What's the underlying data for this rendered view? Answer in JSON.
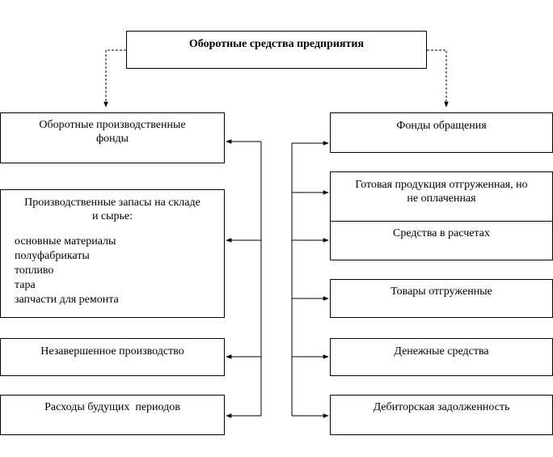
{
  "title": "Оборотные средства предприятия",
  "left": {
    "header": [
      "Оборотные производственные",
      "фонды"
    ],
    "stocks": {
      "heading": [
        "Производственные запасы на складе",
        "и сырье:"
      ],
      "items": [
        "основные материалы",
        "полуфабрикаты",
        "топливо",
        "тара",
        "запчасти для ремонта"
      ]
    },
    "wip": "Незавершенное производство",
    "deferred": "Расходы будущих  периодов"
  },
  "right": {
    "header": "Фонды обращения",
    "finished": [
      "Готовая продукция отгруженная, но",
      "не оплаченная"
    ],
    "settlements": "Средства в расчетах",
    "goods": "Товары отгруженные",
    "cash": "Денежные средства",
    "receivables": "Дебиторская задолженность"
  }
}
